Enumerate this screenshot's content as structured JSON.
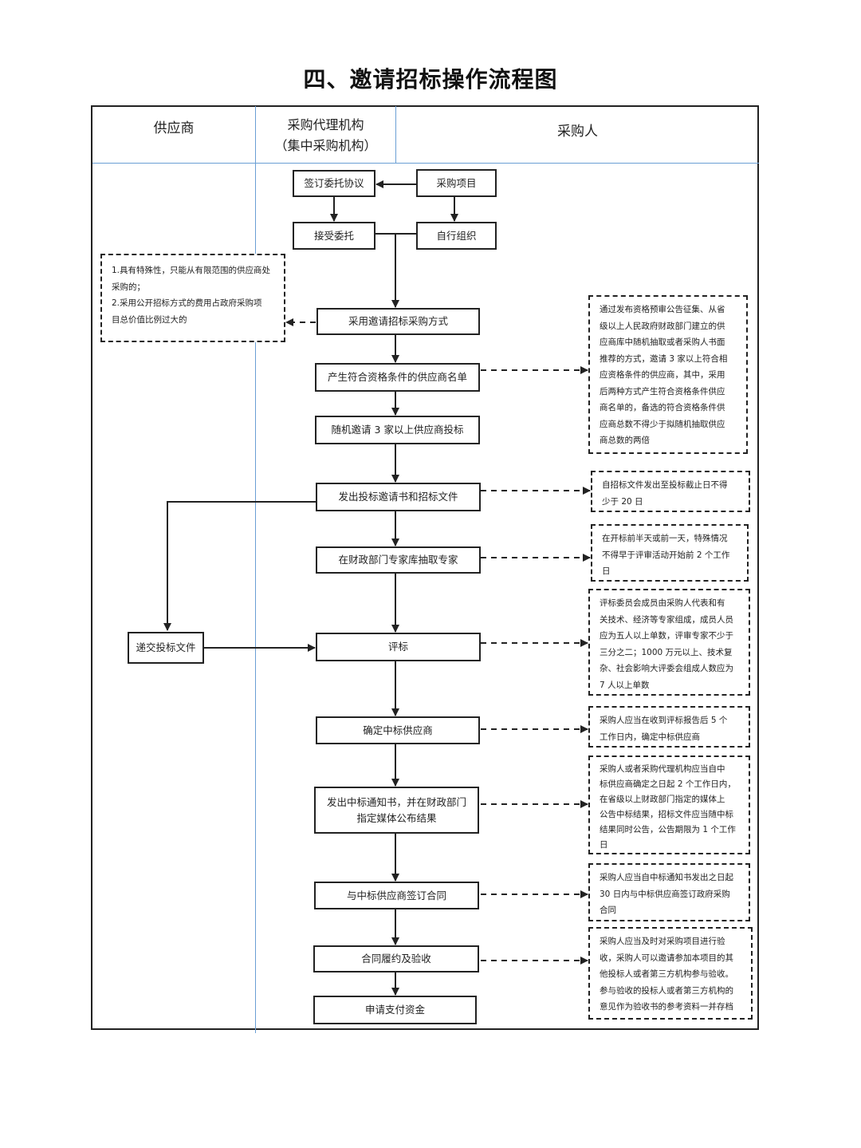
{
  "title": "四、邀请招标操作流程图",
  "lanes": {
    "supplier": "供应商",
    "agency_line1": "采购代理机构",
    "agency_line2": "（集中采购机构）",
    "purchaser": "采购人"
  },
  "steps": {
    "sign_agreement": "签订委托协议",
    "purchase_project": "采购项目",
    "accept_entrust": "接受委托",
    "self_organize": "自行组织",
    "adopt_method": "采用邀请招标采购方式",
    "qualified_list": "产生符合资格条件的供应商名单",
    "random_invite": "随机邀请 3 家以上供应商投标",
    "issue_invitation": "发出投标邀请书和招标文件",
    "extract_experts": "在财政部门专家库抽取专家",
    "submit_bid": "递交投标文件",
    "evaluate": "评标",
    "confirm_winner": "确定中标供应商",
    "notice_line1": "发出中标通知书，并在财政部门",
    "notice_line2": "指定媒体公布结果",
    "sign_contract": "与中标供应商签订合同",
    "perform_accept": "合同履约及验收",
    "apply_payment": "申请支付资金"
  },
  "notes": {
    "conditions": [
      "1.具有特殊性，只能从有限范围的供应商处",
      "采购的；",
      "2.采用公开招标方式的费用占政府采购项",
      "目总价值比例过大的"
    ],
    "qualified_list_note": [
      "通过发布资格预审公告征集、从省",
      "级以上人民政府财政部门建立的供",
      "应商库中随机抽取或者采购人书面",
      "推荐的方式，邀请 3 家以上符合相",
      "应资格条件的供应商，其中，采用",
      "后两种方式产生符合资格条件供应",
      "商名单的，备选的符合资格条件供",
      "应商总数不得少于拟随机抽取供应",
      "商总数的两倍"
    ],
    "invitation_note": [
      "自招标文件发出至投标截止日不得",
      "少于 20 日"
    ],
    "experts_note": [
      "在开标前半天或前一天，特殊情况",
      "不得早于评审活动开始前 2 个工作",
      "日"
    ],
    "evaluate_note": [
      "评标委员会成员由采购人代表和有",
      "关技术、经济等专家组成，成员人员",
      "应为五人以上单数，评审专家不少于",
      "三分之二；1000 万元以上、技术复",
      "杂、社会影响大评委会组成人数应为",
      "7 人以上单数"
    ],
    "confirm_note": [
      "采购人应当在收到评标报告后 5 个",
      "工作日内，确定中标供应商"
    ],
    "notice_note": [
      "采购人或者采购代理机构应当自中",
      "标供应商确定之日起 2 个工作日内，",
      "在省级以上财政部门指定的媒体上",
      "公告中标结果，招标文件应当随中标",
      "结果同时公告，公告期限为 1 个工作",
      "日"
    ],
    "contract_note": [
      "采购人应当自中标通知书发出之日起",
      "30 日内与中标供应商签订政府采购",
      "合同"
    ],
    "acceptance_note": [
      "采购人应当及时对采购项目进行验",
      "收，采购人可以邀请参加本项目的其",
      "他投标人或者第三方机构参与验收。",
      "参与验收的投标人或者第三方机构的",
      "意见作为验收书的参考资料一并存档"
    ]
  },
  "colors": {
    "lane_divider": "#6a9fd4",
    "stroke": "#222222"
  }
}
